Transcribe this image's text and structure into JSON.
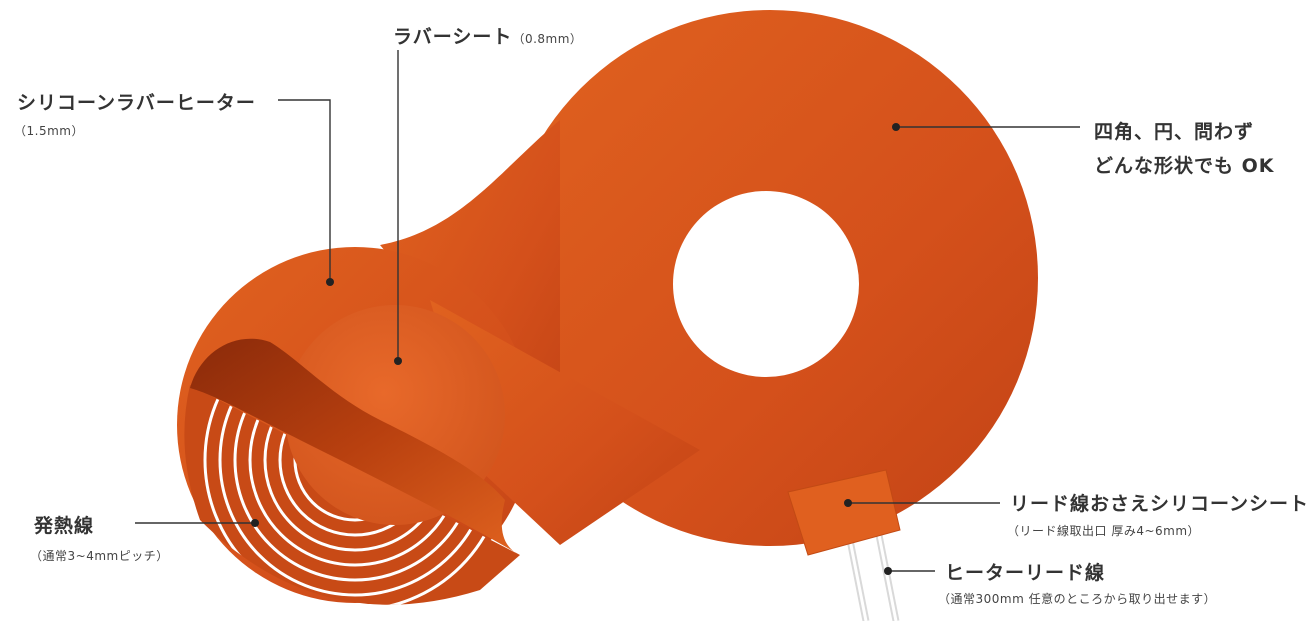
{
  "colors": {
    "heater": "#d9541c",
    "heater_light": "#e86a2c",
    "heater_dark": "#a8380f",
    "wire": "#ffffff",
    "text": "#333333"
  },
  "labels": {
    "silicone_heater": {
      "title": "シリコーンラバーヒーター",
      "sub": "（1.5mm）"
    },
    "rubber_sheet": {
      "title": "ラバーシート",
      "sub": "（0.8mm）"
    },
    "shape_any": {
      "line1": "四角、円、問わず",
      "line2": "どんな形状でも OK"
    },
    "lead_sheet": {
      "title": "リード線おさえシリコーンシート",
      "sub": "（リード線取出口 厚み4~6mm）"
    },
    "heater_lead": {
      "title": "ヒーターリード線",
      "sub": "（通常300mm 任意のところから取り出せます）"
    },
    "heating_wire": {
      "title": "発熱線",
      "sub": "（通常3~4mmピッチ）"
    }
  }
}
